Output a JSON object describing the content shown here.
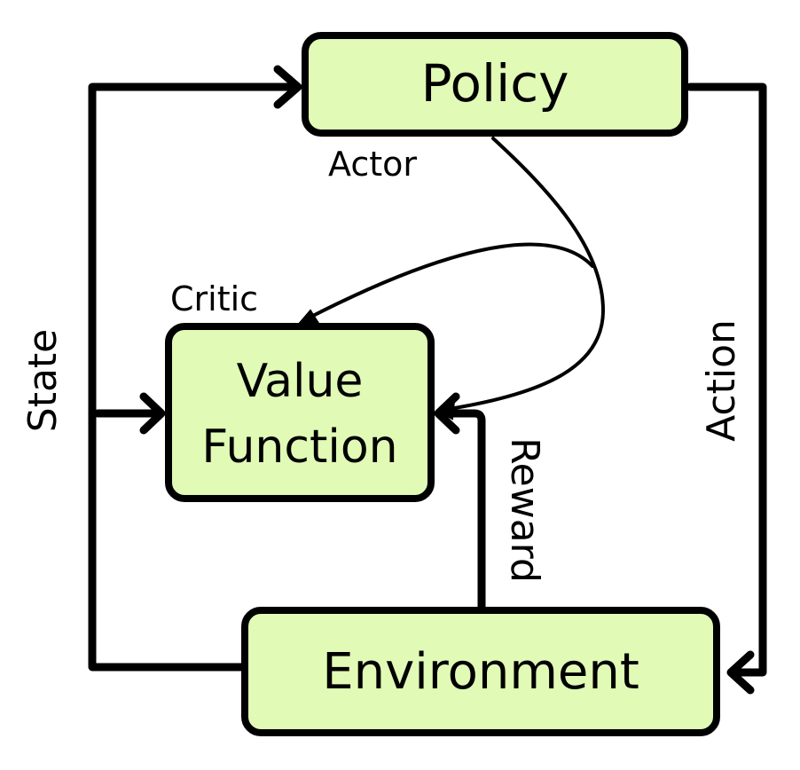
{
  "nodes": {
    "policy": "Policy",
    "value_line1": "Value",
    "value_line2": "Function",
    "environment": "Environment"
  },
  "labels": {
    "actor": "Actor",
    "critic": "Critic",
    "state": "State",
    "action": "Action",
    "reward": "Reward"
  },
  "colors": {
    "box_fill": "#e1fbb6",
    "stroke": "#000000"
  }
}
